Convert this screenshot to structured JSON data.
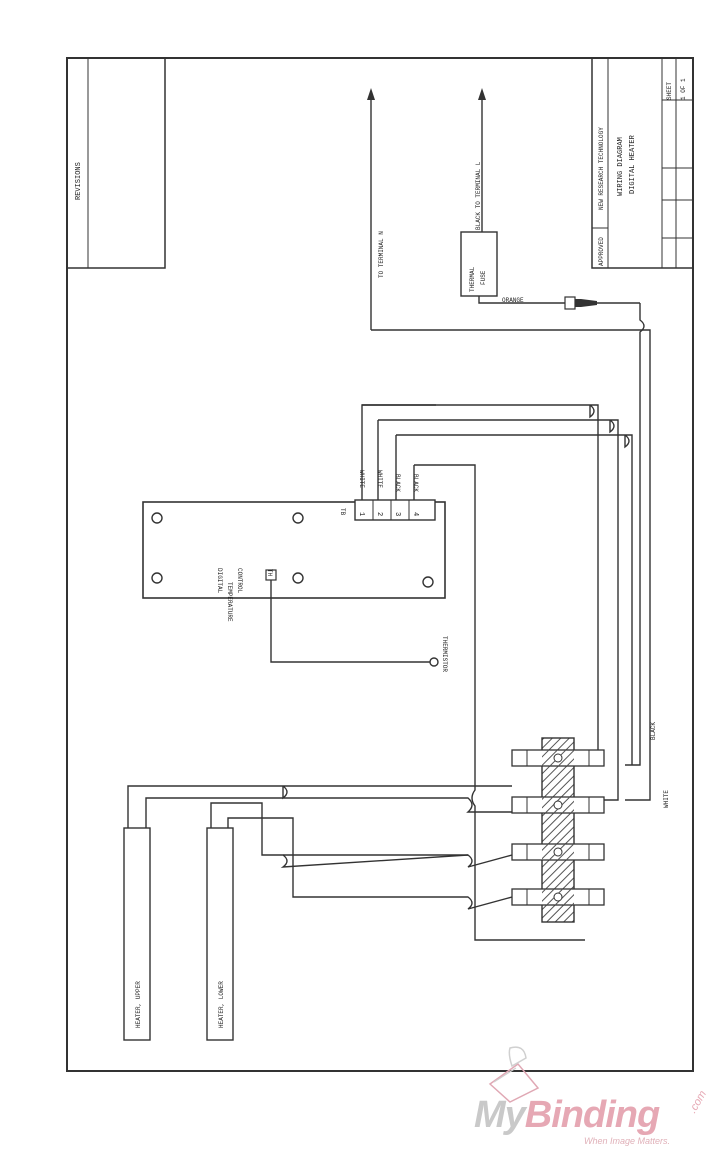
{
  "title_block": {
    "company": "NEW RESEARCH TECHNOLOGY",
    "title_line1": "WIRING DIAGRAM",
    "title_line2": "DIGITAL HEATER",
    "drawn_by": "APPROVED",
    "sheet_label": "SHEET",
    "sheet_of": "1 OF 1"
  },
  "revisions": {
    "label": "REVISIONS"
  },
  "control": {
    "label_line1": "DIGITAL",
    "label_line2": "TEMPERATURE",
    "label_line3": "CONTROL",
    "sensor_terminal": "TH",
    "terminal_group": "TB",
    "terminals": [
      {
        "number": "1",
        "wire": "WHITE"
      },
      {
        "number": "2",
        "wire": "WHITE"
      },
      {
        "number": "3",
        "wire": "BLACK"
      },
      {
        "number": "4",
        "wire": "BLACK"
      }
    ]
  },
  "thermistor": {
    "label": "THERMISTOR"
  },
  "fuse": {
    "label_line1": "THERMAL",
    "label_line2": "FUSE"
  },
  "leads": {
    "to_terminal_n": "TO TERMINAL N",
    "to_terminal_l": "BLACK TO TERMINAL L",
    "plug_wire": "ORANGE",
    "wire_black": "BLACK",
    "wire_white": "WHITE"
  },
  "heaters": {
    "upper": "HEATER, UPPER",
    "lower": "HEATER, LOWER"
  },
  "brand": {
    "name_my": "My",
    "name_binding": "Binding",
    "domain": ".com",
    "tagline": "When Image Matters."
  }
}
